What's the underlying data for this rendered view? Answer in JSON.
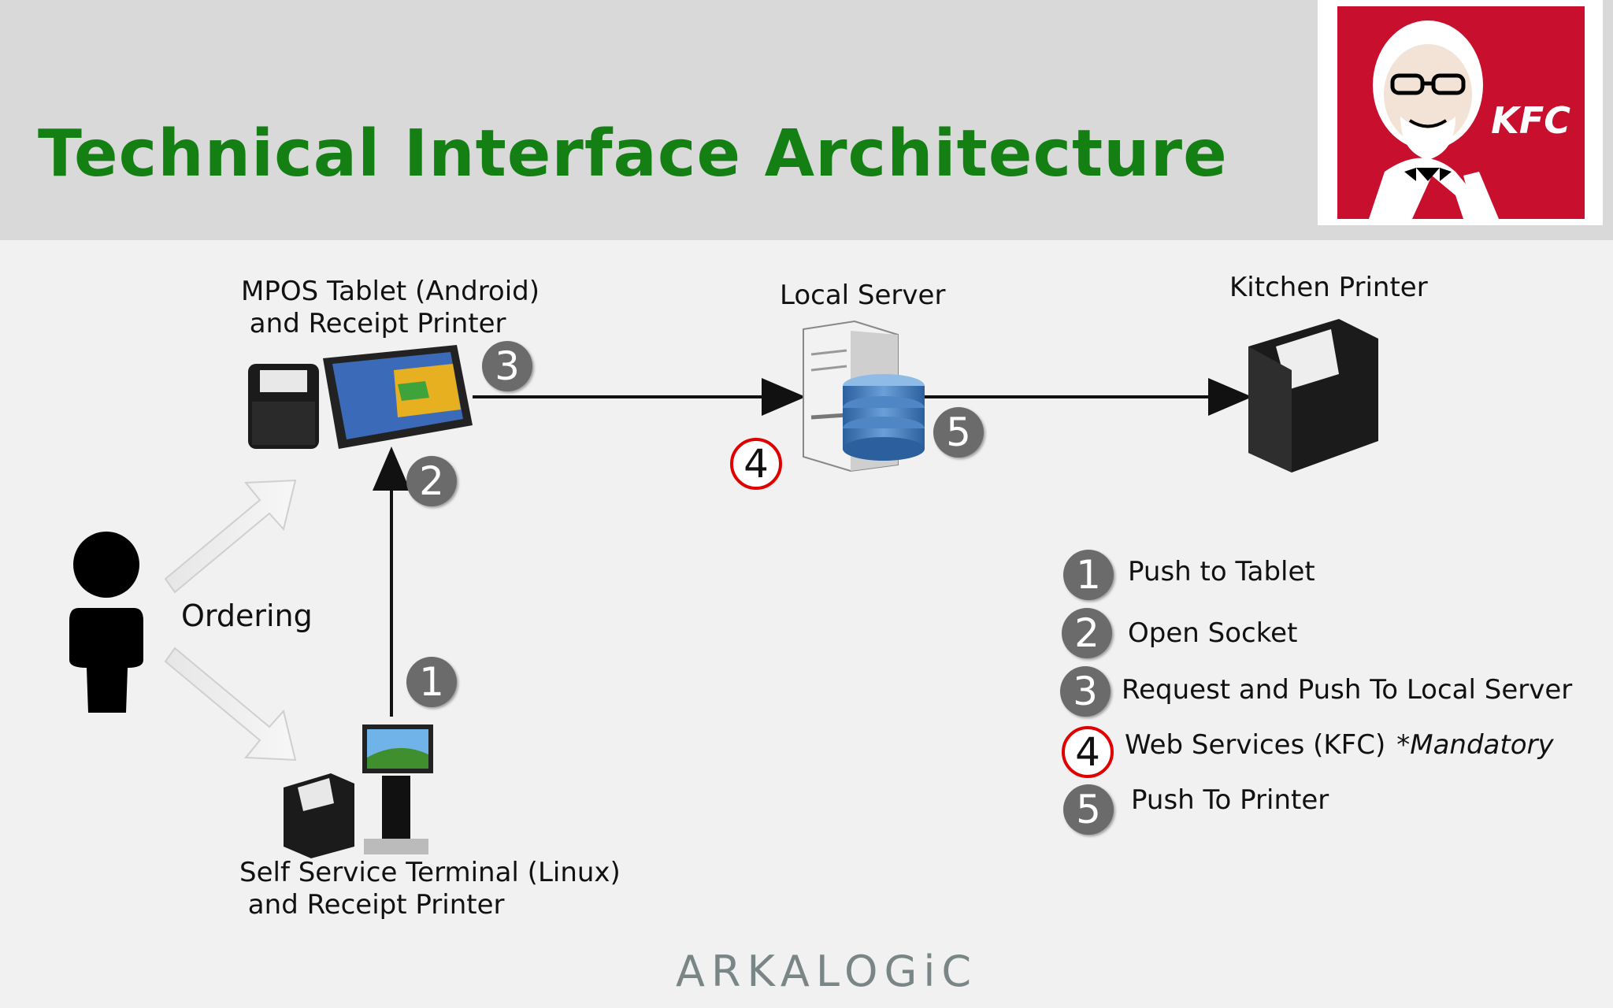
{
  "header": {
    "title": "Technical Interface Architecture"
  },
  "logo": {
    "text": "KFC"
  },
  "nodes": {
    "mpos": {
      "line1": "MPOS Tablet (Android)",
      "line2": " and Receipt Printer"
    },
    "server": {
      "label": "Local Server"
    },
    "kitchen": {
      "label": "Kitchen Printer"
    },
    "sst": {
      "line1": "Self Service Terminal (Linux)",
      "line2": " and Receipt Printer"
    },
    "user": {
      "label": "Ordering"
    }
  },
  "steps": [
    {
      "num": "1",
      "text": "Push to Tablet"
    },
    {
      "num": "2",
      "text": "Open Socket"
    },
    {
      "num": "3",
      "text": "Request and Push To Local Server"
    },
    {
      "num": "4",
      "text": "Web Services (KFC)",
      "note": "*Mandatory"
    },
    {
      "num": "5",
      "text": "Push To Printer"
    }
  ],
  "footer": {
    "brand": "ARKALOGiC"
  },
  "colors": {
    "title": "#148014",
    "badge": "#6b6b6b",
    "highlight": "#e00000",
    "brand_red": "#c8102e"
  }
}
